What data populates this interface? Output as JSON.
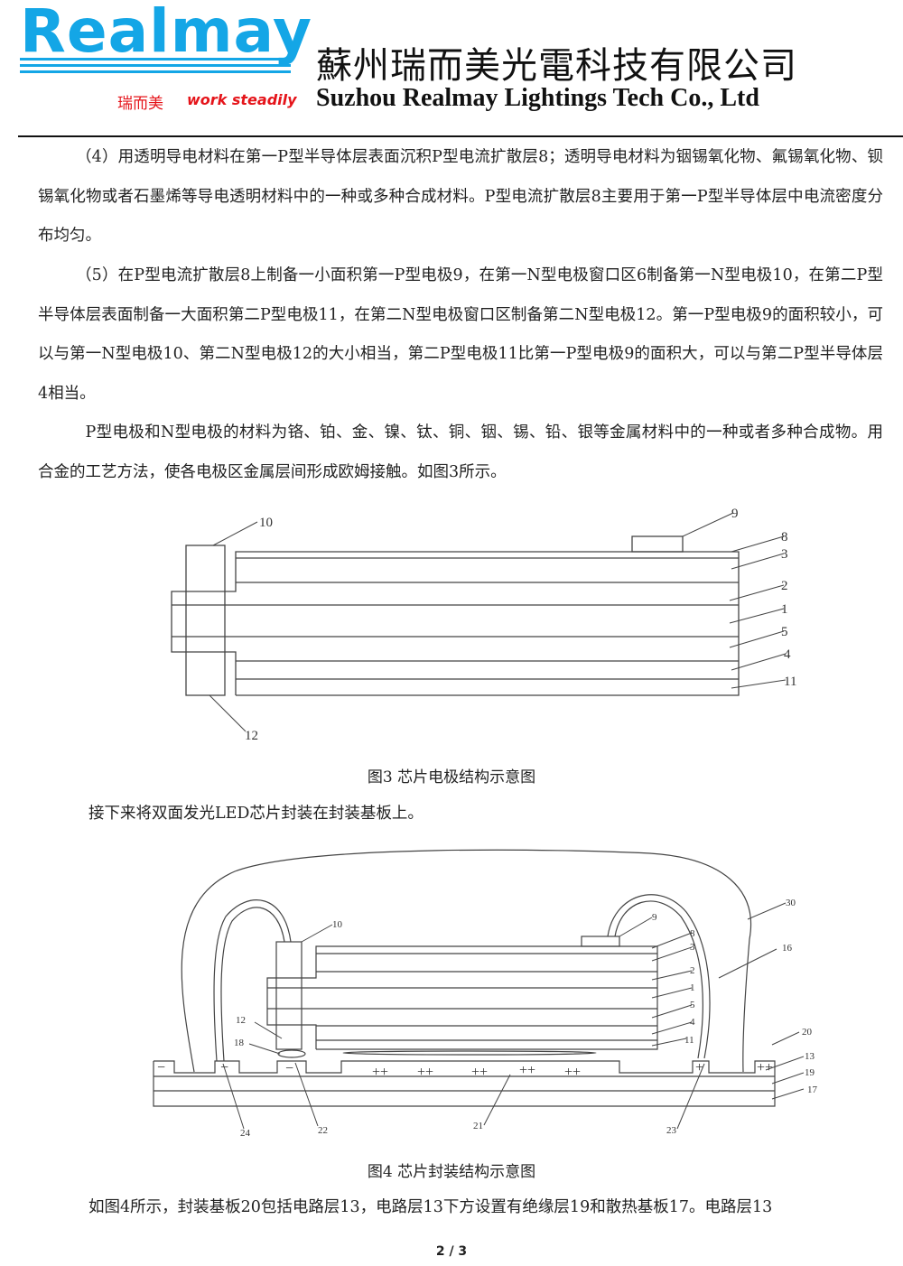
{
  "header": {
    "logo_text": "Realmay",
    "tagline_cn": "瑞而美",
    "tagline_en": "work steadily",
    "company_cn": "蘇州瑞而美光電科技有限公司",
    "company_en": "Suzhou Realmay Lightings Tech Co., Ltd"
  },
  "body": {
    "para4": "（4）用透明导电材料在第一P型半导体层表面沉积P型电流扩散层8；透明导电材料为铟锡氧化物、氟锡氧化物、钡锡氧化物或者石墨烯等导电透明材料中的一种或多种合成材料。P型电流扩散层8主要用于第一P型半导体层中电流密度分布均匀。",
    "para5": "（5）在P型电流扩散层8上制备一小面积第一P型电极9，在第一N型电极窗口区6制备第一N型电极10，在第二P型半导体层表面制备一大面积第二P型电极11，在第二N型电极窗口区制备第二N型电极12。第一P型电极9的面积较小，可以与第一N型电极10、第二N型电极12的大小相当，第二P型电极11比第一P型电极9的面积大，可以与第二P型半导体层4相当。",
    "para6": "P型电极和N型电极的材料为铬、铂、金、镍、钛、铜、铟、锡、铅、银等金属材料中的一种或者多种合成物。用合金的工艺方法，使各电极区金属层间形成欧姆接触。如图3所示。",
    "fig3_caption": "图3  芯片电极结构示意图",
    "para7": "接下来将双面发光LED芯片封装在封装基板上。",
    "fig4_caption": "图4  芯片封装结构示意图",
    "para8": "如图4所示，封装基板20包括电路层13，电路层13下方设置有绝缘层19和散热基板17。电路层13"
  },
  "fig3": {
    "labels": [
      "10",
      "9",
      "8",
      "3",
      "2",
      "1",
      "5",
      "4",
      "11",
      "12"
    ]
  },
  "fig4": {
    "labels": [
      "10",
      "9",
      "8",
      "3",
      "2",
      "1",
      "5",
      "4",
      "11",
      "12",
      "18",
      "30",
      "16",
      "20",
      "13",
      "19",
      "17",
      "24",
      "22",
      "21",
      "23"
    ],
    "minus": "−",
    "plus": "+",
    "plus2": "++"
  },
  "footer": {
    "page": "2 / 3"
  }
}
